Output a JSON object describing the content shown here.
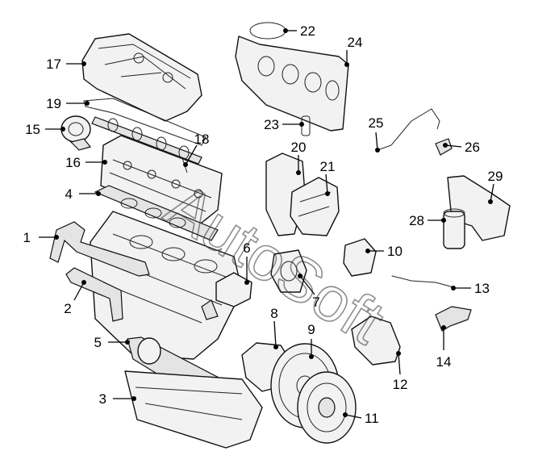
{
  "watermark": "AutoSoft",
  "callouts": [
    {
      "id": "1",
      "label": "1"
    },
    {
      "id": "2",
      "label": "2"
    },
    {
      "id": "3",
      "label": "3"
    },
    {
      "id": "4",
      "label": "4"
    },
    {
      "id": "5",
      "label": "5"
    },
    {
      "id": "6",
      "label": "6"
    },
    {
      "id": "7",
      "label": "7"
    },
    {
      "id": "8",
      "label": "8"
    },
    {
      "id": "9",
      "label": "9"
    },
    {
      "id": "10",
      "label": "10"
    },
    {
      "id": "11",
      "label": "11"
    },
    {
      "id": "12",
      "label": "12"
    },
    {
      "id": "13",
      "label": "13"
    },
    {
      "id": "14",
      "label": "14"
    },
    {
      "id": "15",
      "label": "15"
    },
    {
      "id": "16",
      "label": "16"
    },
    {
      "id": "17",
      "label": "17"
    },
    {
      "id": "18",
      "label": "18"
    },
    {
      "id": "19",
      "label": "19"
    },
    {
      "id": "20",
      "label": "20"
    },
    {
      "id": "21",
      "label": "21"
    },
    {
      "id": "22",
      "label": "22"
    },
    {
      "id": "23",
      "label": "23"
    },
    {
      "id": "24",
      "label": "24"
    },
    {
      "id": "25",
      "label": "25"
    },
    {
      "id": "26",
      "label": "26"
    },
    {
      "id": "28",
      "label": "28"
    },
    {
      "id": "29",
      "label": "29"
    }
  ]
}
